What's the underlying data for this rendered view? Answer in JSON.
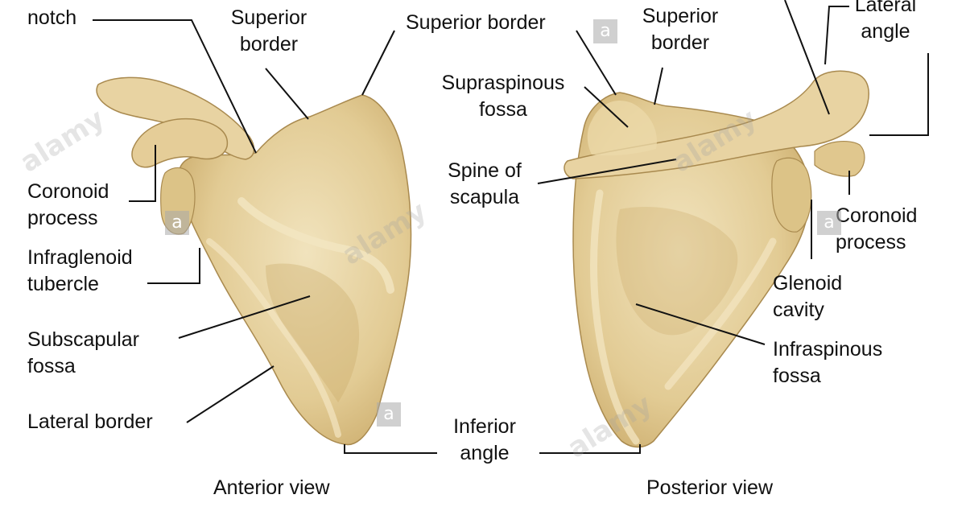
{
  "labels": {
    "scapular_notch": "notch",
    "superior_border_left": [
      "Superior",
      "border"
    ],
    "superior_border_mid": "Superior border",
    "superior_border_right": [
      "Superior",
      "border"
    ],
    "lateral_angle": [
      "Lateral",
      "angle"
    ],
    "coronoid_left": [
      "Coronoid",
      "process"
    ],
    "infraglenoid": [
      "Infraglenoid",
      "tubercle"
    ],
    "subscapular": [
      "Subscapular",
      "fossa"
    ],
    "lateral_border": "Lateral border",
    "supraspinous": [
      "Supraspinous",
      "fossa"
    ],
    "spine": [
      "Spine of",
      "scapula"
    ],
    "coronoid_right": [
      "Coronoid",
      "process"
    ],
    "glenoid": [
      "Glenoid",
      "cavity"
    ],
    "infraspinous": [
      "Infraspinous",
      "fossa"
    ],
    "inferior_angle": [
      "Inferior",
      "angle"
    ]
  },
  "captions": {
    "anterior": "Anterior view",
    "posterior": "Posterior view"
  },
  "watermark": {
    "text": "alamy",
    "badge": "a"
  },
  "colors": {
    "bone": "#e2cb94",
    "bone_shadow": "#c7a664",
    "bone_highlight": "#f1e3bd",
    "bone_outline": "#a98a4f",
    "leader": "#111111"
  }
}
